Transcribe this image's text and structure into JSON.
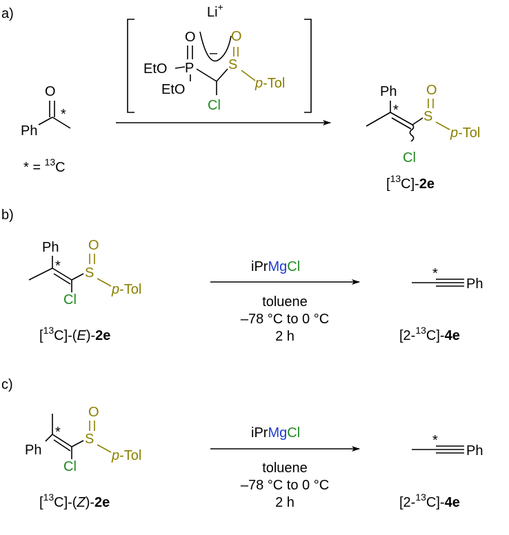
{
  "colors": {
    "sulfinyl": "#8b8000",
    "chlorine": "#1f8a1f",
    "magnesium": "#1f3ccf",
    "black": "#000000"
  },
  "panel_labels": {
    "a": "a)",
    "b": "b)",
    "c": "c)"
  },
  "atoms": {
    "O": "O",
    "S": "S",
    "P": "P",
    "Cl": "Cl",
    "Ph": "Ph",
    "pTol": "p",
    "pTol_suffix": "-Tol",
    "EtO": "EtO",
    "star": "*",
    "minus": "–",
    "Li": "Li",
    "plus": "+"
  },
  "scheme_a": {
    "label_mark": "* = ",
    "label_sup": "13",
    "label_C": "C",
    "product_open": "[",
    "product_sup": "13",
    "product_mid": "C]-",
    "product_compound": "2e"
  },
  "scheme_b": {
    "reagent_pre": "iPr",
    "reagent_mg": "Mg",
    "reagent_cl": "Cl",
    "solvent": "toluene",
    "temperature": "–78 °C to 0 °C",
    "time": "2 h",
    "sm_open": "[",
    "sm_sup": "13",
    "sm_mid": "C]-(",
    "sm_isomer": "E",
    "sm_close": ")-",
    "sm_compound": "2e",
    "prod_open": "[2-",
    "prod_sup": "13",
    "prod_mid": "C]-",
    "prod_compound": "4e"
  },
  "scheme_c": {
    "reagent_pre": "iPr",
    "reagent_mg": "Mg",
    "reagent_cl": "Cl",
    "solvent": "toluene",
    "temperature": "–78 °C to 0 °C",
    "time": "2 h",
    "sm_open": "[",
    "sm_sup": "13",
    "sm_mid": "C]-(",
    "sm_isomer": "Z",
    "sm_close": ")-",
    "sm_compound": "2e",
    "prod_open": "[2-",
    "prod_sup": "13",
    "prod_mid": "C]-",
    "prod_compound": "4e"
  }
}
